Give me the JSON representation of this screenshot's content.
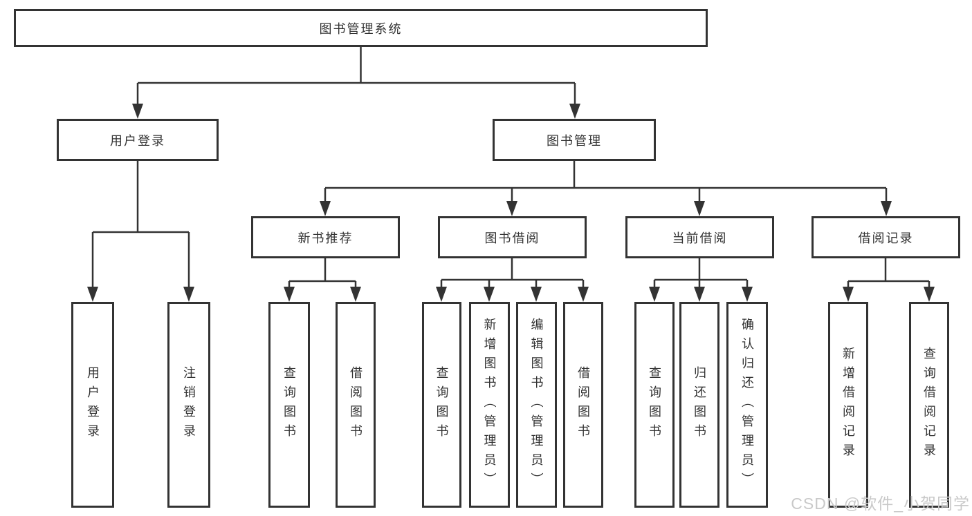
{
  "tree": {
    "label": "图书管理系统",
    "children": [
      {
        "label": "用户登录",
        "children": [
          {
            "label": "用户登录"
          },
          {
            "label": "注销登录"
          }
        ]
      },
      {
        "label": "图书管理",
        "children": [
          {
            "label": "新书推荐",
            "children": [
              {
                "label": "查询图书"
              },
              {
                "label": "借阅图书"
              }
            ]
          },
          {
            "label": "图书借阅",
            "children": [
              {
                "label": "查询图书"
              },
              {
                "label": "新增图书（管理员）"
              },
              {
                "label": "编辑图书（管理员）"
              },
              {
                "label": "借阅图书"
              }
            ]
          },
          {
            "label": "当前借阅",
            "children": [
              {
                "label": "查询图书"
              },
              {
                "label": "归还图书"
              },
              {
                "label": "确认归还（管理员）"
              }
            ]
          },
          {
            "label": "借阅记录",
            "children": [
              {
                "label": "新增借阅记录"
              },
              {
                "label": "查询借阅记录"
              }
            ]
          }
        ]
      }
    ]
  },
  "watermark": {
    "text": "CSDN @软件_小贺同学"
  },
  "colors": {
    "line": "#333333",
    "node_text": "#333333",
    "node_background": "#ffffff",
    "page_background": "#ffffff",
    "watermark_text": "#c9c9c9"
  }
}
